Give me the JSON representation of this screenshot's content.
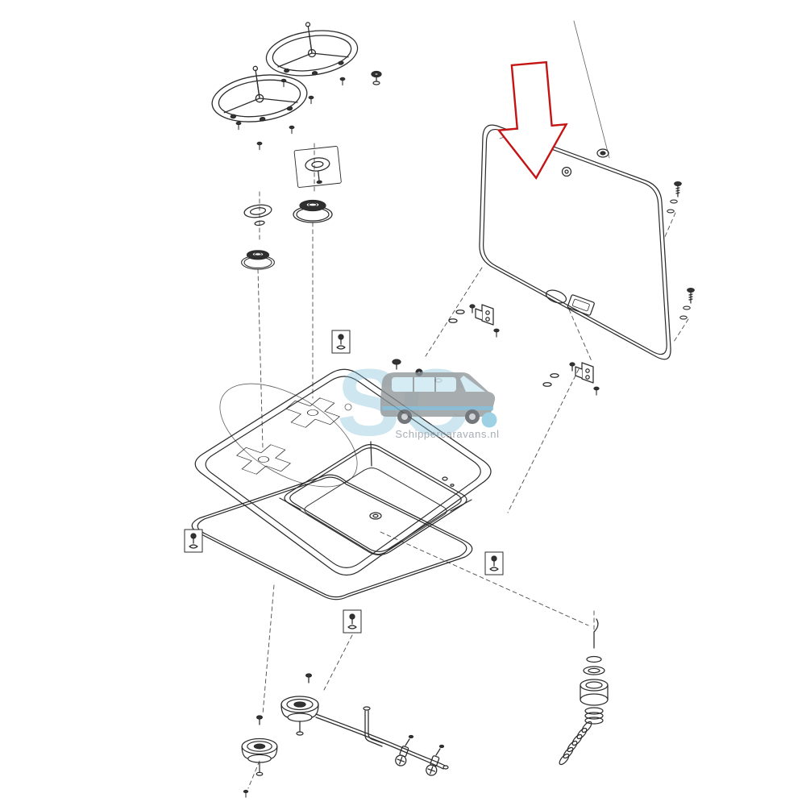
{
  "page": {
    "background": "#ffffff",
    "kind": "exploded-parts-diagram"
  },
  "watermark": {
    "initials": "SC",
    "site": "Schippercaravans.nl"
  },
  "colors": {
    "ink": "#2b2b2b",
    "arrow_red": "#c41414",
    "watermark_blue": "#7fbeda",
    "watermark_grey": "#8d9296",
    "watermark_text": "#98a0a6",
    "part_dark": "#333333"
  },
  "parts": [
    "pan-support-grid-1",
    "pan-support-grid-2",
    "mounting-screws",
    "ignition-disc",
    "burner-trim-ring",
    "burner-cap-large",
    "burner-cap-small",
    "glass-lid",
    "lid-knob",
    "lid-latch",
    "lid-hinge-left",
    "lid-hinge-right",
    "lid-screws-and-washers",
    "hob-sink-tray",
    "burner-cutouts",
    "sink-basin",
    "seal-gasket",
    "hardware-callout-boxes",
    "gas-burner-assembly",
    "gas-valves",
    "gas-manifold-pipe",
    "drain-assembly",
    "drain-hose"
  ],
  "annotation": {
    "arrow_points_at": "glass-lid"
  }
}
